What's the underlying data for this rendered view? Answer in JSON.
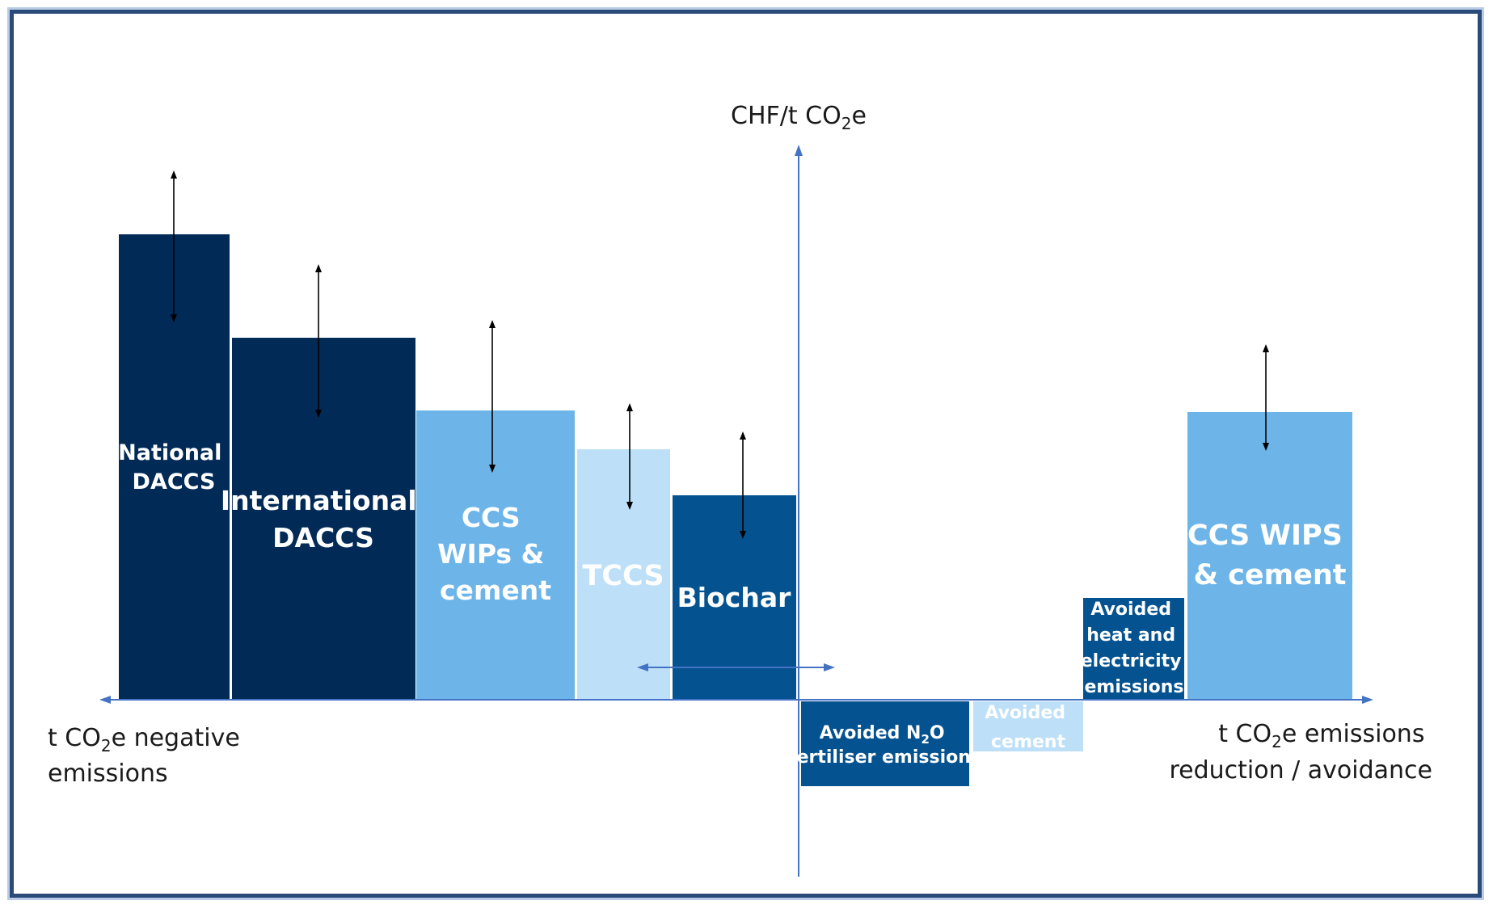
{
  "diagram": {
    "y_axis_label": "CHF/t CO2e",
    "y_axis_label_parts": {
      "main": "CHF/t CO",
      "sub": "2",
      "tail": "e"
    },
    "x_left_label": {
      "line1_main": "t CO",
      "line1_sub": "2",
      "line1_tail": "e negative",
      "line2": "emissions"
    },
    "x_right_label": {
      "line1_main": "t CO",
      "line1_sub": "2",
      "line1_tail": "e emissions",
      "line2": "reduction / avoidance"
    },
    "blocks": [
      {
        "id": "national-daccs",
        "lines": [
          "National",
          "DACCS"
        ],
        "color": "#012a56",
        "has_uncertainty": true
      },
      {
        "id": "international-daccs",
        "lines": [
          "International",
          "DACCS"
        ],
        "color": "#012a56",
        "has_uncertainty": true
      },
      {
        "id": "ccs-wips-cement-left",
        "lines": [
          "CCS",
          "WIPs &",
          "cement"
        ],
        "color": "#6db5e8",
        "has_uncertainty": true
      },
      {
        "id": "tccs",
        "lines": [
          "TCCS"
        ],
        "color": "#bde0f8",
        "has_uncertainty": true
      },
      {
        "id": "biochar",
        "lines": [
          "Biochar"
        ],
        "color": "#04528f",
        "has_uncertainty": true
      },
      {
        "id": "avoided-n2o",
        "lines": [
          "Avoided  N2O",
          "fertiliser emissions"
        ],
        "color": "#04528f",
        "has_uncertainty": false
      },
      {
        "id": "avoided-cement",
        "lines": [
          "Avoided",
          "cement"
        ],
        "color": "#bde0f8",
        "has_uncertainty": false
      },
      {
        "id": "avoided-heat",
        "lines": [
          "Avoided",
          "heat and",
          "electricity",
          "emissions"
        ],
        "color": "#04528f",
        "has_uncertainty": false
      },
      {
        "id": "ccs-wips-cement-right",
        "lines": [
          "CCS WIPS",
          "& cement"
        ],
        "color": "#6db5e8",
        "has_uncertainty": true
      }
    ],
    "n2o_label": {
      "main": "Avoided  N",
      "sub": "2",
      "tail": "O",
      "line2": "fertiliser emissions"
    },
    "colors": {
      "axis": "#4472c4",
      "arrow": "#000000",
      "frame": "#2a4a7a"
    }
  }
}
